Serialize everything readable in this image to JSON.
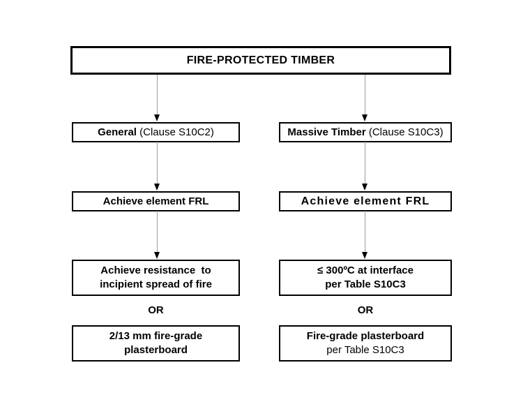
{
  "colors": {
    "background": "#ffffff",
    "box_border": "#000000",
    "text": "#000000",
    "connector_line": "#9d9d9d",
    "arrowhead": "#000000"
  },
  "flowchart": {
    "title": "FIRE-PROTECTED TIMBER",
    "left_branch": {
      "name_bold": "General",
      "name_rest": " (Clause S10C2)",
      "frl_label": "Achieve element FRL",
      "criterion_line1": "Achieve resistance  to",
      "criterion_line2": "incipient spread of fire",
      "or_label": "OR",
      "alternative_line1": "2/13 mm fire-grade",
      "alternative_line2": "plasterboard"
    },
    "right_branch": {
      "name_bold": "Massive Timber",
      "name_rest": " (Clause S10C3)",
      "frl_label": "Achieve element FRL",
      "criterion_line1": "≤ 300ºC at interface",
      "criterion_line2": "per Table S10C3",
      "or_label": "OR",
      "alternative_line1": "Fire-grade plasterboard",
      "alternative_line2": "per Table S10C3"
    }
  }
}
